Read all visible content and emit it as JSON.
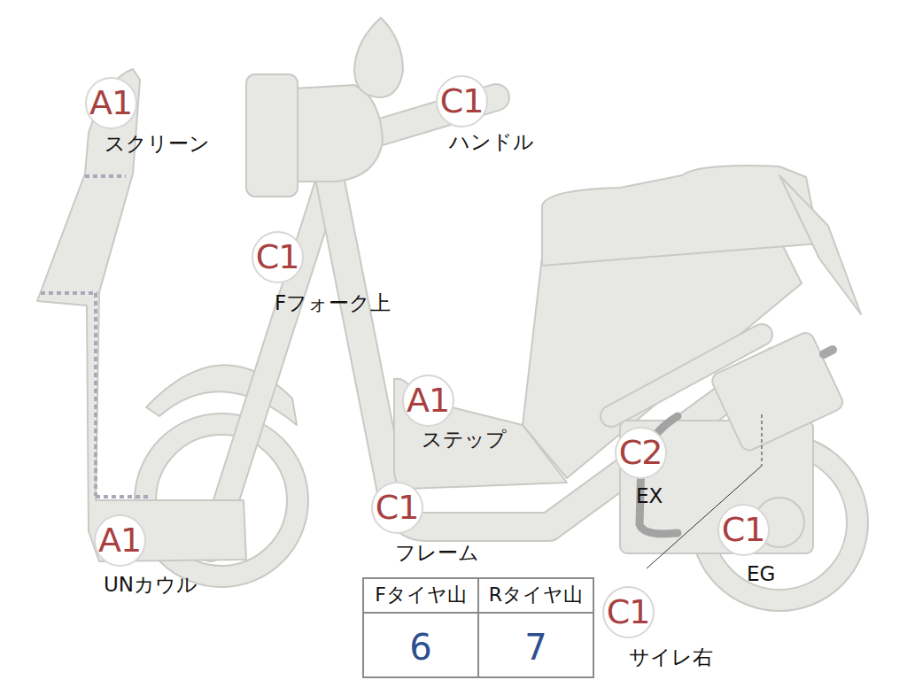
{
  "diagram": {
    "nodes": [
      {
        "text": [
          "A1",
          "スクリーン"
        ]
      },
      {
        "text": [
          "C1",
          "ハンドル"
        ]
      },
      {
        "text": [
          "C1",
          "Fフォーク上"
        ]
      },
      {
        "text": [
          "A1",
          "ステップ"
        ]
      },
      {
        "text": [
          "C2",
          "EX"
        ]
      },
      {
        "text": [
          "A1",
          "UNカウル"
        ]
      },
      {
        "text": [
          "C1",
          "フレーム"
        ]
      },
      {
        "text": [
          "C1",
          "EG"
        ]
      },
      {
        "text": [
          "C1",
          "サイレ右"
        ]
      }
    ],
    "labels": [
      "Fタイヤ山",
      "Rタイヤ山",
      "6",
      "7"
    ]
  }
}
